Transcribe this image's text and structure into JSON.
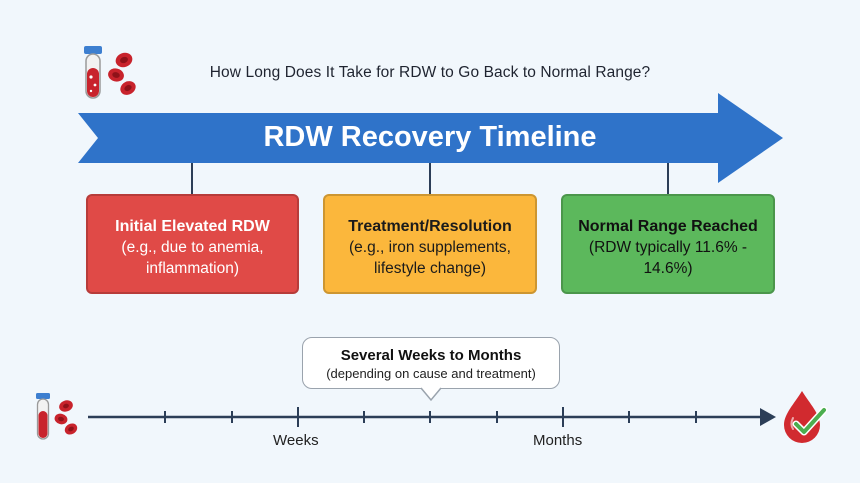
{
  "subtitle": "How Long Does It Take for RDW to Go Back to Normal Range?",
  "banner": {
    "title": "RDW Recovery Timeline",
    "color": "#2f73c9"
  },
  "stages": [
    {
      "heading": "Initial Elevated RDW",
      "body": "(e.g., due to anemia, inflammation)",
      "color": "#e04a47"
    },
    {
      "heading": "Treatment/Resolution",
      "body": "(e.g., iron supplements, lifestyle change)",
      "color": "#fbb73c"
    },
    {
      "heading": "Normal Range Reached",
      "body": "(RDW typically 11.6% - 14.6%)",
      "color": "#5cb85c"
    }
  ],
  "callout": {
    "title": "Several Weeks to Months",
    "subtitle": "(depending on cause and treatment)"
  },
  "timeline": {
    "labels": [
      "Weeks",
      "Months"
    ],
    "start_icon": "blood-tube-icon",
    "end_icon": "blood-drop-check-icon"
  },
  "icons": {
    "header_icon": "blood-tube-cells-icon"
  }
}
